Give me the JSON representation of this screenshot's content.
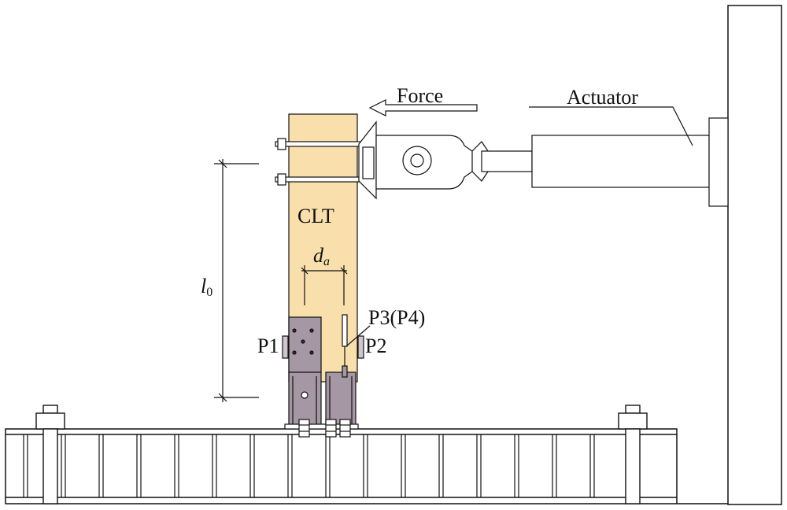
{
  "labels": {
    "force": "Force",
    "actuator": "Actuator",
    "clt": "CLT",
    "da_main": "d",
    "da_sub": "a",
    "l0_main": "l",
    "l0_sub": "0",
    "p1": "P1",
    "p2": "P2",
    "p34": "P3(P4)"
  },
  "colors": {
    "clt_panel": "#f9dfab",
    "steel_bracket": "#a697a4",
    "line": "#111111"
  }
}
